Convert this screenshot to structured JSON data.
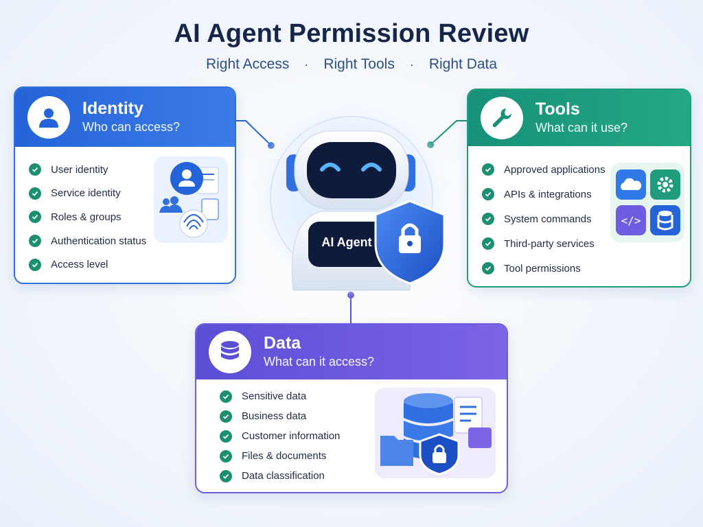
{
  "header": {
    "title": "AI Agent Permission Review",
    "tags": [
      "Right Access",
      "Right Tools",
      "Right Data"
    ]
  },
  "agent": {
    "label": "AI Agent"
  },
  "identity": {
    "title": "Identity",
    "subtitle": "Who can access?",
    "items": [
      "User identity",
      "Service identity",
      "Roles & groups",
      "Authentication status",
      "Access level"
    ],
    "color": "#2464d8"
  },
  "tools": {
    "title": "Tools",
    "subtitle": "What can it use?",
    "items": [
      "Approved applications",
      "APIs & integrations",
      "System commands",
      "Third-party services",
      "Tool permissions"
    ],
    "color": "#17917a"
  },
  "data": {
    "title": "Data",
    "subtitle": "What can it access?",
    "items": [
      "Sensitive data",
      "Business data",
      "Customer information",
      "Files & documents",
      "Data classification"
    ],
    "color": "#5b4fd6"
  },
  "colors": {
    "check": "#1b8f70",
    "title": "#16254a",
    "subtitle": "#2d4f86"
  }
}
